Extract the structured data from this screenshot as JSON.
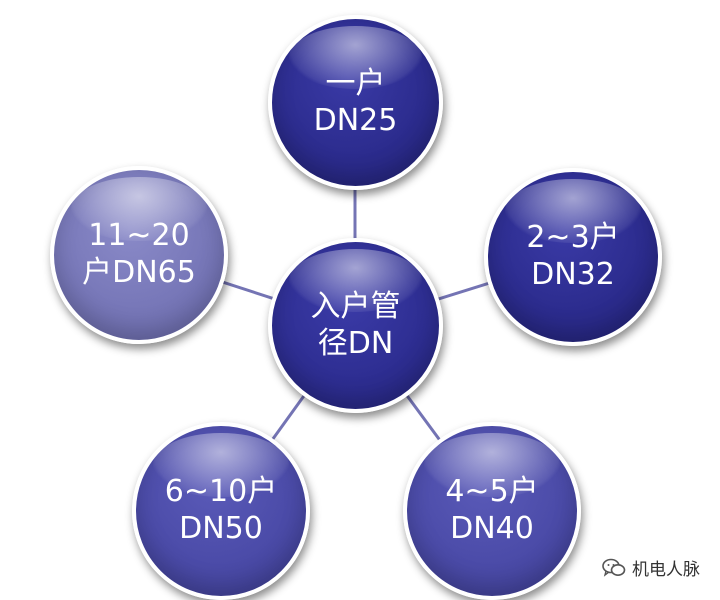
{
  "diagram": {
    "center": {
      "line1": "入户管",
      "line2": "径DN"
    },
    "nodes": [
      {
        "id": "top",
        "line1": "一户",
        "line2": "DN25"
      },
      {
        "id": "right",
        "line1": "2~3户",
        "line2": "DN32"
      },
      {
        "id": "br",
        "line1": "4~5户",
        "line2": "DN40"
      },
      {
        "id": "bl",
        "line1": "6~10户",
        "line2": "DN50"
      },
      {
        "id": "left",
        "line1": "11~20",
        "line2": "户DN65"
      }
    ]
  },
  "watermark": {
    "text": "机电人脉"
  },
  "colors": {
    "dark_node": "#2c2c8e",
    "mid_node": "#4b4ba8",
    "light_node": "#7777b8",
    "connector": "#7474b4",
    "text": "#ffffff"
  }
}
